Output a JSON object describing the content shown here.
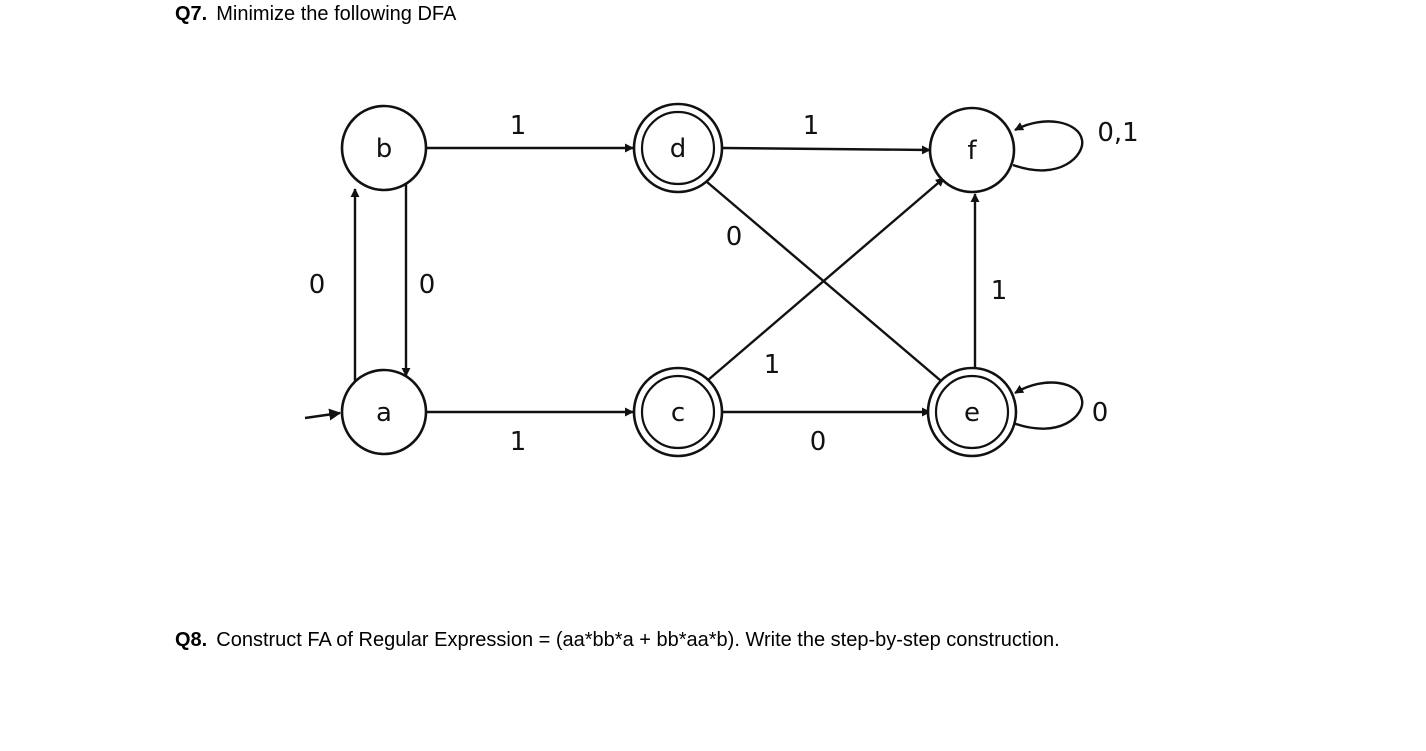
{
  "questions": {
    "q7": {
      "number": "Q7.",
      "text": "Minimize the following DFA"
    },
    "q8": {
      "number": "Q8.",
      "text": "Construct FA of Regular Expression = (aa*bb*a + bb*aa*b). Write the step-by-step construction."
    }
  },
  "dfa": {
    "start_state": "a",
    "accepting_states": [
      "c",
      "d",
      "e"
    ],
    "states": [
      "a",
      "b",
      "c",
      "d",
      "e",
      "f"
    ],
    "transitions": [
      {
        "from": "a",
        "to": "b",
        "label": "0"
      },
      {
        "from": "b",
        "to": "a",
        "label": "0"
      },
      {
        "from": "b",
        "to": "d",
        "label": "1"
      },
      {
        "from": "d",
        "to": "f",
        "label": "1"
      },
      {
        "from": "d",
        "to": "e",
        "label": "0"
      },
      {
        "from": "a",
        "to": "c",
        "label": "1"
      },
      {
        "from": "c",
        "to": "e",
        "label": "0"
      },
      {
        "from": "c",
        "to": "f",
        "label": "1"
      },
      {
        "from": "e",
        "to": "f",
        "label": "1"
      },
      {
        "from": "e",
        "to": "e",
        "label": "0"
      },
      {
        "from": "f",
        "to": "f",
        "label": "0,1"
      }
    ]
  }
}
